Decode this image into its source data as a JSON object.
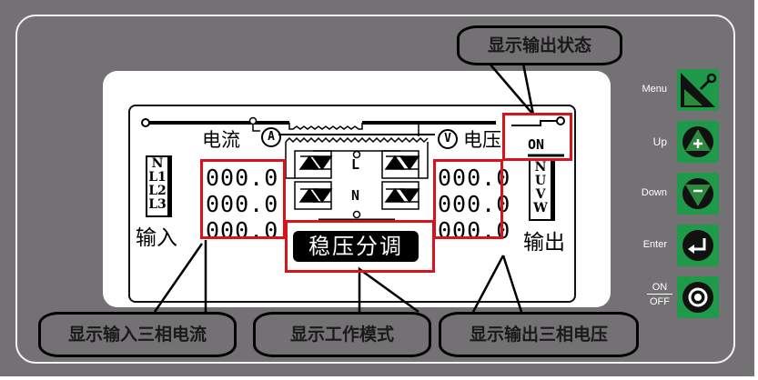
{
  "callouts": {
    "output_status": "显示输出状态",
    "input_current": "显示输入三相电流",
    "work_mode": "显示工作模式",
    "output_voltage": "显示输出三相电压"
  },
  "lcd": {
    "current_label": "电流",
    "current_unit": "A",
    "voltage_label": "电压",
    "voltage_unit": "V",
    "output_state": "ON",
    "input_label": "输入",
    "output_label": "输出",
    "input_phases": [
      "N",
      "L1",
      "L2",
      "L3"
    ],
    "output_phases": [
      "N",
      "U",
      "V",
      "W"
    ],
    "input_currents": [
      "000.0",
      "000.0",
      "000.0"
    ],
    "output_voltages": [
      "000.0",
      "000.0",
      "000.0"
    ],
    "center_top_label": "L",
    "center_bottom_label": "N",
    "work_mode": "稳压分调"
  },
  "buttons": {
    "menu": "Menu",
    "up": "Up",
    "down": "Down",
    "enter": "Enter",
    "on": "ON",
    "off": "OFF"
  },
  "colors": {
    "panel_gray": "#737173",
    "highlight_red": "#d9121b",
    "button_green": "#1e9a4a",
    "lcd_black": "#000000"
  }
}
